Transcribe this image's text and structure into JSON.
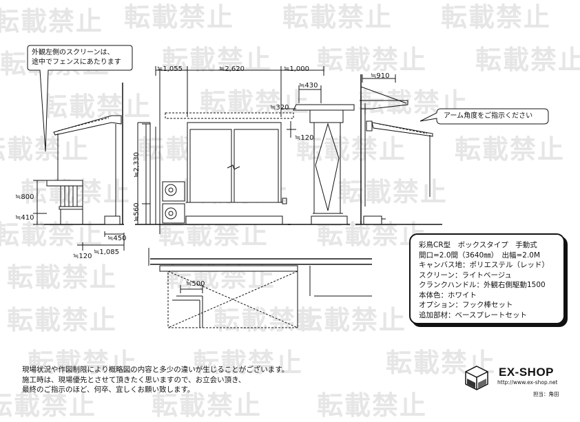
{
  "watermark": "転載禁止",
  "callouts": {
    "left_line1": "外観左側のスクリーンは、",
    "left_line2": "途中でフェンスにあたります",
    "right": "アーム角度をご指示ください"
  },
  "dimensions": {
    "d1055": "≒1,055",
    "d2620": "≒2,620",
    "d1000": "≒1,000",
    "d910": "≒910",
    "d430": "≒430",
    "d320": "≒320",
    "d120_front": "≒120",
    "d2330": "≒2,330",
    "d560": "≒560",
    "d800": "≒800",
    "d410": "≒410",
    "d450": "≒450",
    "d120_side": "≒120",
    "d1085": "≒1,085",
    "d500": "≒500"
  },
  "spec": {
    "line1": "彩鳥CR型　ボックスタイプ　手動式",
    "line2": "間口=2.0間（3640㎜）　出幅=2.0M",
    "line3": "キャンバス地：ポリエステル（レッド）",
    "line4": "スクリーン：ライトベージュ",
    "line5": "クランクハンドル：外観右側駆動1500",
    "line6": "本体色：ホワイト",
    "line7": "オプション：フック棒セット",
    "line8": "追加部材：ベースプレートセット"
  },
  "notes": {
    "line1": "現場状況や作図制限により概略図の内容と多少の違いが生じることがございます。",
    "line2": "施工時は、現場優先とさせて頂きたく思いますので、お立会い頂き、",
    "line3": "最終のご指示のほど、何卒、宜しくお願い致します。"
  },
  "logo": {
    "brand": "EX-SHOP",
    "url": "http://www.ex-shop.net",
    "person": "担当：角田"
  }
}
